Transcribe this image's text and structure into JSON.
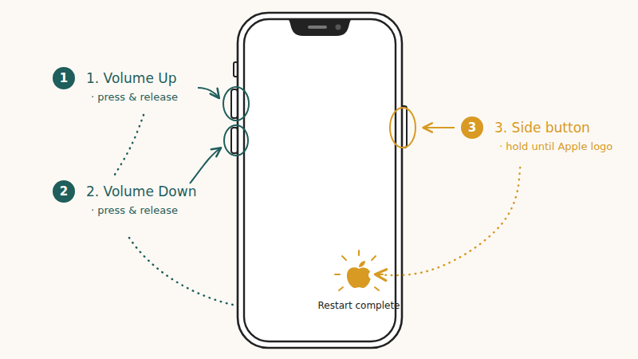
{
  "diagram": {
    "nodes": [
      {
        "text": [
          "1",
          "1. Volume Up",
          "· press & release"
        ]
      },
      {
        "text": [
          "2",
          "2. Volume Down",
          "· press & release"
        ]
      },
      {
        "text": [
          "3",
          "3. Side button",
          "· hold until Apple logo"
        ]
      },
      {
        "text": [
          "Restart complete"
        ]
      }
    ],
    "edges": [
      {
        "from": 0,
        "to": 1,
        "arrow": "none"
      },
      {
        "from": 2,
        "to": 3,
        "arrow": "to"
      }
    ]
  }
}
